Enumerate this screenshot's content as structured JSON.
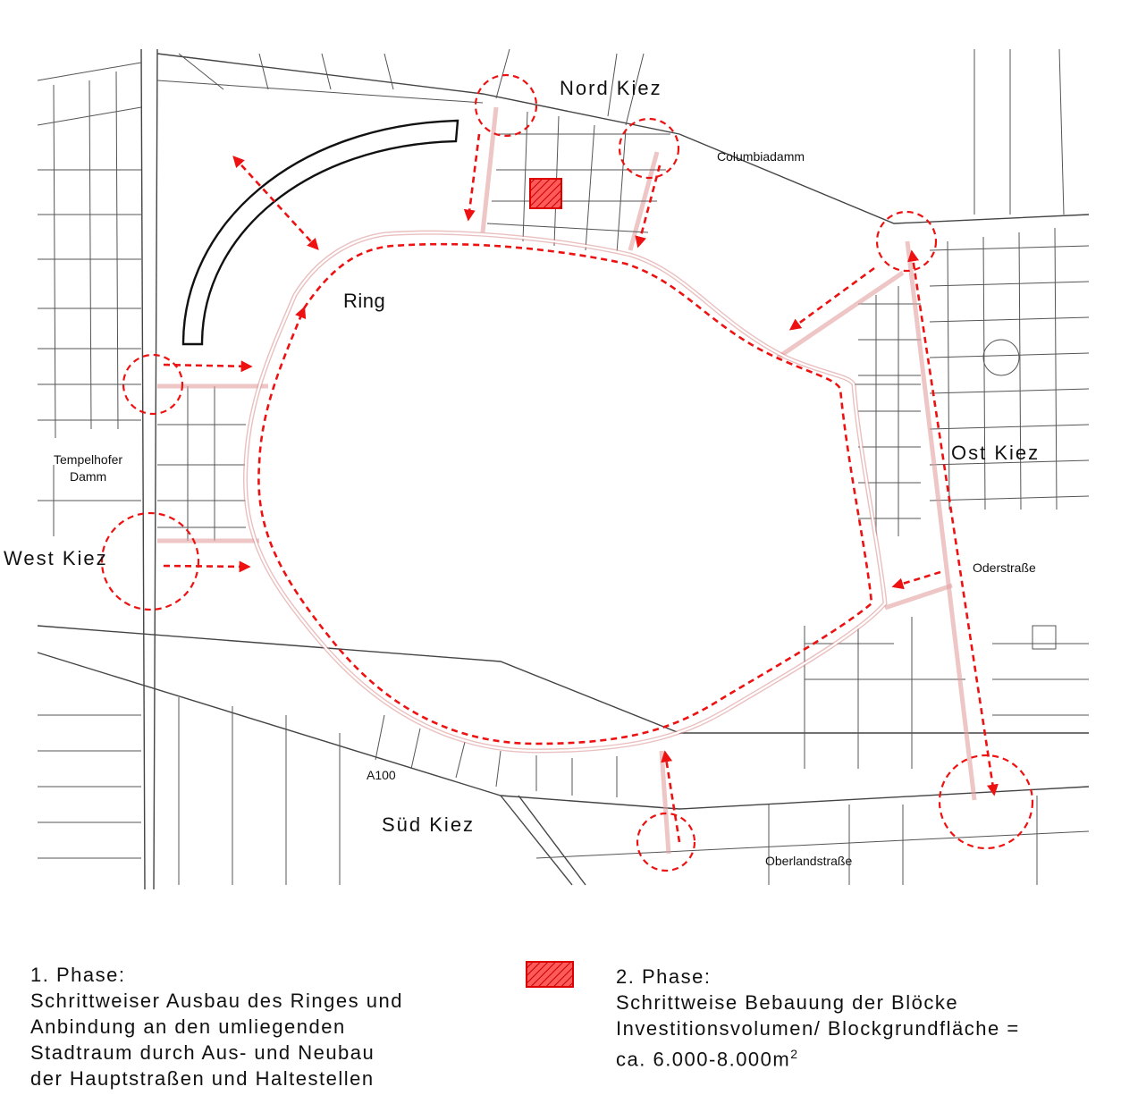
{
  "map": {
    "labels": {
      "nord_kiez": "Nord Kiez",
      "columbiadamm": "Columbiadamm",
      "ring": "Ring",
      "tempelhofer_damm_line1": "Tempelhofer",
      "tempelhofer_damm_line2": "Damm",
      "west_kiez": "West Kiez",
      "ost_kiez": "Ost Kiez",
      "oderstrasse": "Oderstraße",
      "a100": "A100",
      "sued_kiez": "Süd Kiez",
      "oberlandstrasse": "Oberlandstraße"
    },
    "colors": {
      "accent_red": "#e11111",
      "road_pink": "#e3a0a0",
      "road_grey": "#555555"
    }
  },
  "legend": {
    "phase1": {
      "title": "1. Phase:",
      "line1": "Schrittweiser Ausbau des Ringes und",
      "line2": "Anbindung an den umliegenden",
      "line3": "Stadtraum durch Aus- und Neubau",
      "line4": "der Hauptstraßen und Haltestellen"
    },
    "phase2": {
      "title": "2. Phase:",
      "line1": "Schrittweise Bebauung der Blöcke",
      "line2": "Investitionsvolumen/ Blockgrundfläche =",
      "line3_main": "ca. 6.000-8.000m",
      "line3_sup": "2"
    }
  }
}
